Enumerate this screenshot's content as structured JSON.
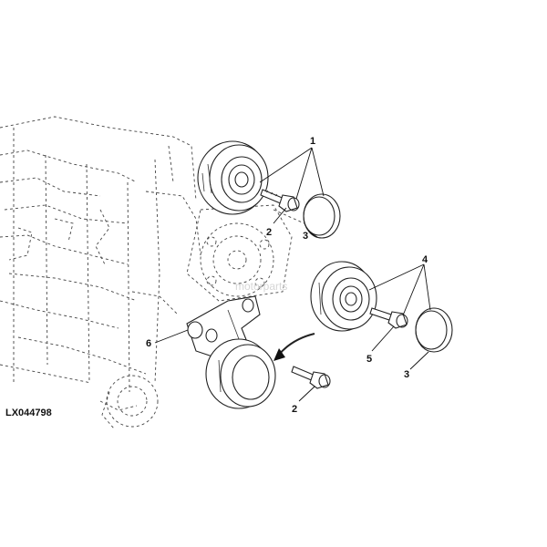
{
  "figure_id": "LX044798",
  "watermark": "motorparts",
  "callouts": {
    "c1": "1",
    "c2a": "2",
    "c3a": "3",
    "c4": "4",
    "c5": "5",
    "c3b": "3",
    "c6": "6",
    "c2b": "2"
  }
}
